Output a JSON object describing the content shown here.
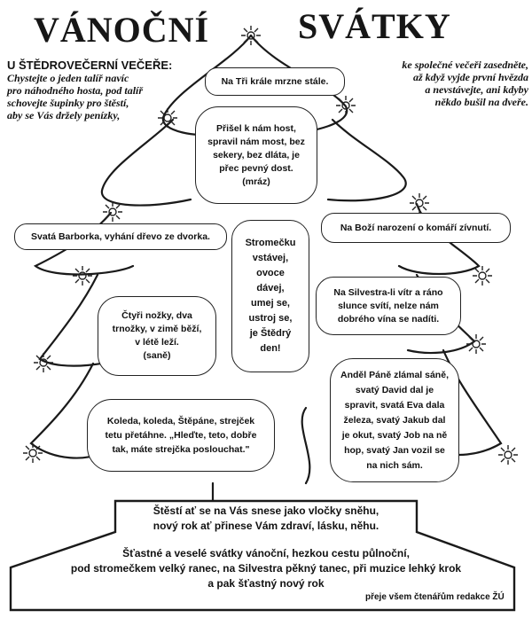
{
  "title_left": "VÁNOČNÍ",
  "title_right": "SVÁTKY",
  "left_note": {
    "heading": "U ŠTĚDROVEČERNÍ VEČEŘE:",
    "lines": [
      "Chystejte o jeden talíř navíc",
      "pro náhodného hosta, pod talíř",
      "schovejte šupinky pro štěstí,",
      "aby se Vás držely penízky,"
    ]
  },
  "right_note": {
    "lines": [
      "ke společné večeři zasedněte,",
      "až když vyjde první hvězda",
      "a nevstávejte, ani kdyby",
      "někdo bušil na dveře."
    ]
  },
  "bubbles": {
    "tri_krale": [
      "Na Tři krále mrzne stále."
    ],
    "mraz": [
      "Přišel k nám host,",
      "spravil nám most, bez",
      "sekery, bez dláta, je",
      "přec pevný dost.",
      "(mráz)"
    ],
    "barborka": [
      "Svatá Barborka, vyhání dřevo ze dvorka."
    ],
    "stromecku": [
      "Stromečku",
      "vstávej,",
      "ovoce",
      "dávej,",
      "umej se,",
      "ustroj se,",
      "je Štědrý",
      "den!"
    ],
    "bozi_narozeni": [
      "Na Boží narození o komáří zívnutí."
    ],
    "silvestr": [
      "Na Silvestra-li vítr a ráno",
      "slunce svítí, nelze nám",
      "dobrého vína se nadíti."
    ],
    "sane": [
      "Čtyři nožky, dva",
      "trnožky, v zimě běží,",
      "v létě leží.",
      "(saně)"
    ],
    "andel": [
      "Anděl Páně zlámal sáně,",
      "svatý David dal je",
      "spravit, svatá Eva dala",
      "železa, svatý Jakub dal",
      "je okut, svatý Job na ně",
      "hop, svatý Jan vozil se",
      "na nich sám."
    ],
    "koleda": [
      "Koleda, koleda, Štěpáne, strejček",
      "tetu přetáhne. „Hleďte, teto, dobře",
      "tak, máte strejčka poslouchat.\""
    ]
  },
  "trunk": {
    "wish1": [
      "Štěstí ať se na Vás snese jako vločky sněhu,",
      "nový rok ať přinese Vám zdraví, lásku, něhu."
    ],
    "wish2": [
      "Šťastné a veselé svátky vánoční, hezkou cestu půlnoční,",
      "pod stromečkem velký ranec, na Silvestra pěkný tanec, při muzice lehký krok",
      "a pak šťastný nový rok"
    ],
    "signature": "přeje všem čtenářům redakce ŽÚ"
  },
  "icons": [
    "star-icon"
  ]
}
